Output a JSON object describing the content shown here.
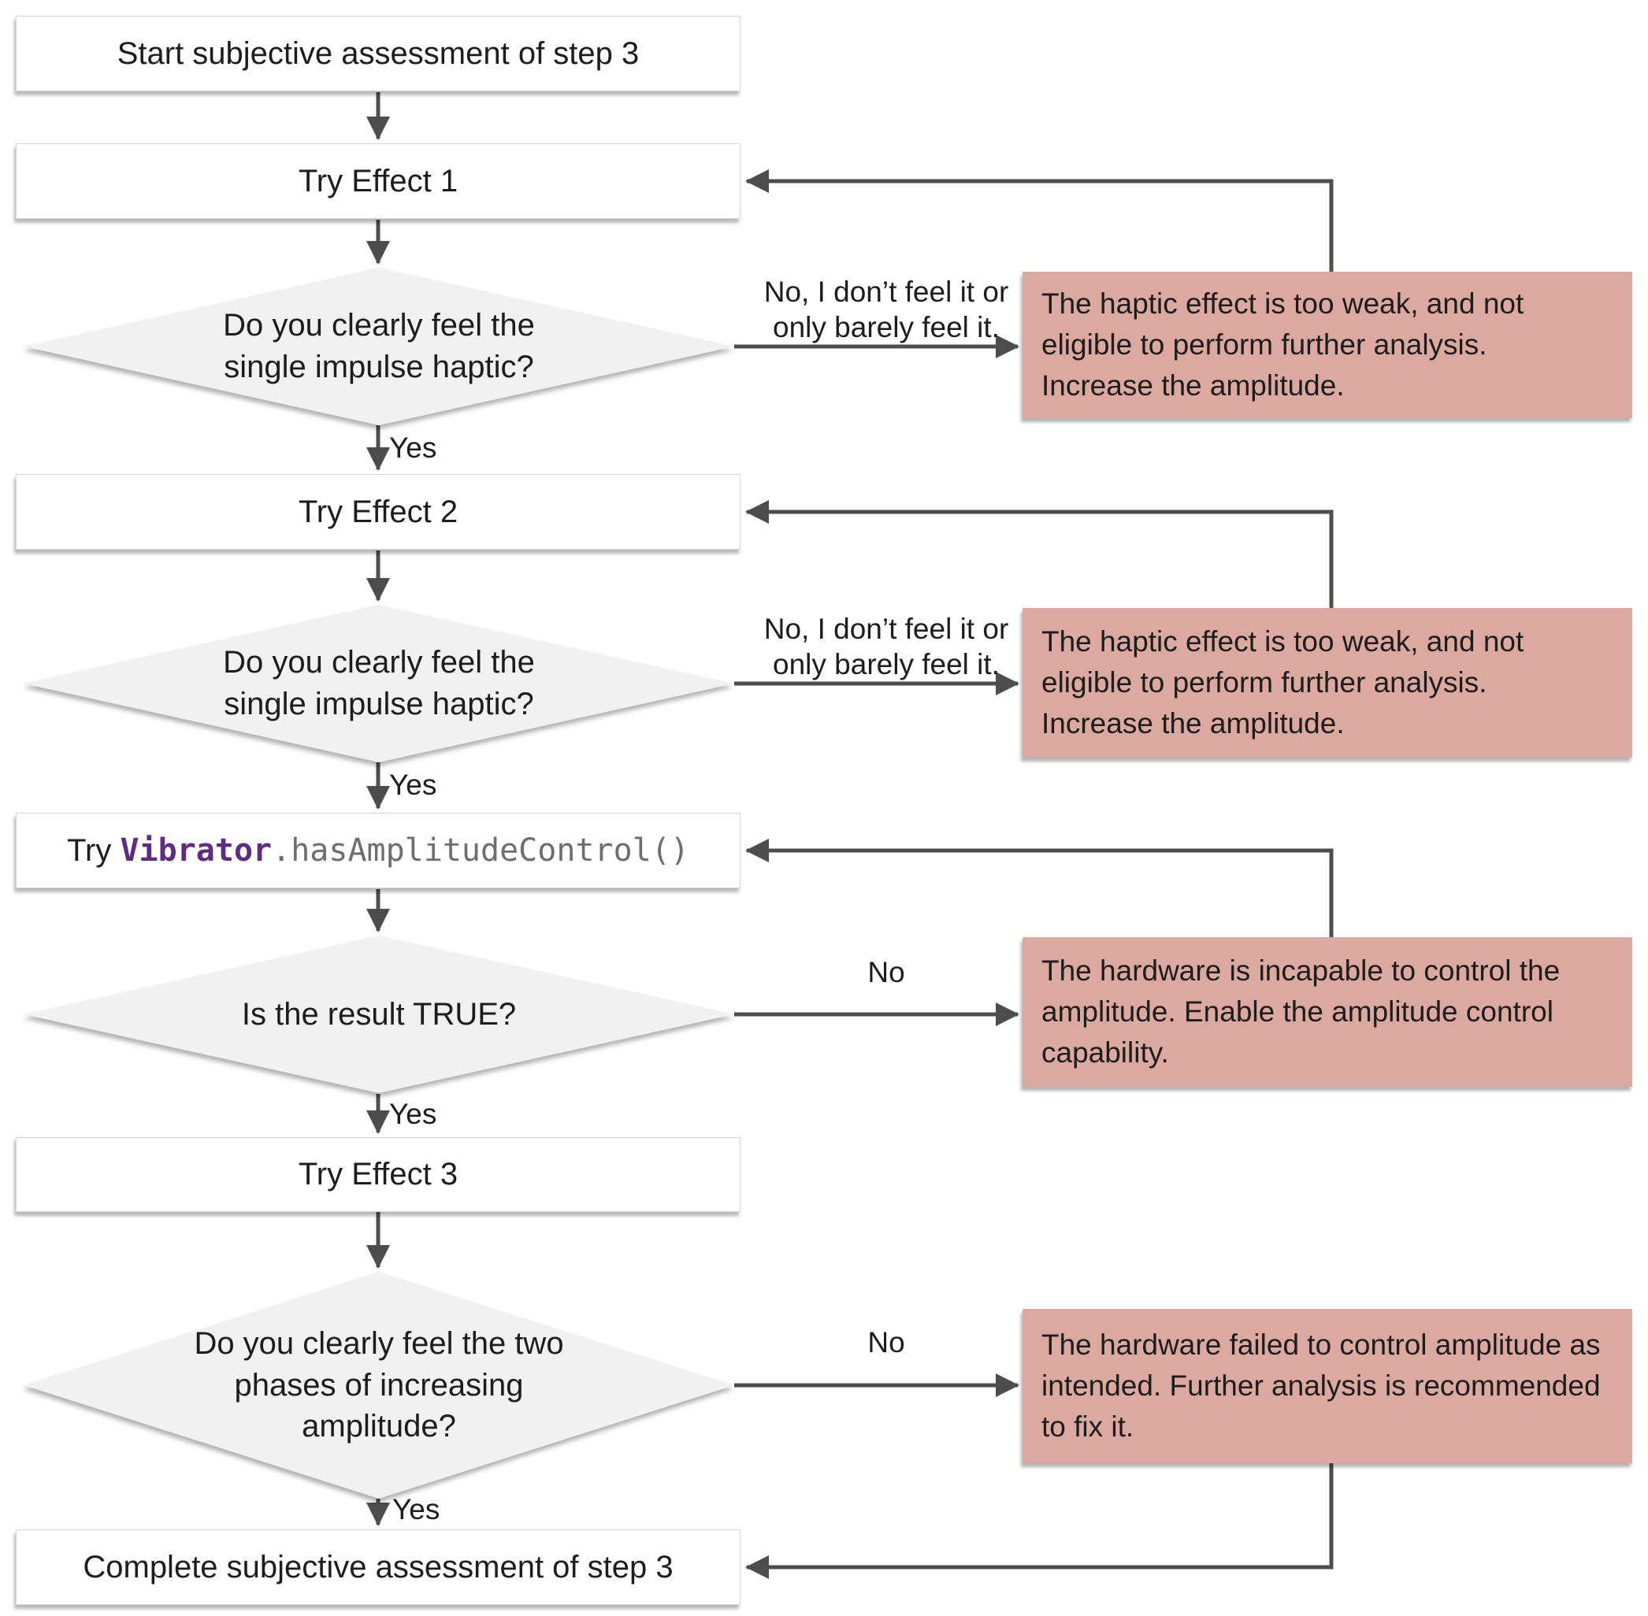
{
  "flowchart": {
    "nodes": {
      "start": "Start subjective assessment of step 3",
      "try_effect_1": "Try Effect 1",
      "decision_single_impulse_1": "Do you clearly feel the\nsingle impulse haptic?",
      "try_effect_2": "Try Effect 2",
      "decision_single_impulse_2": "Do you clearly feel the\nsingle impulse haptic?",
      "code_step": {
        "prefix": "Try ",
        "keyword": "Vibrator",
        "call": ".hasAmplitudeControl()"
      },
      "decision_result_true": "Is the result TRUE?",
      "try_effect_3": "Try Effect 3",
      "decision_two_phases": "Do you clearly feel the two\nphases of increasing\namplitude?",
      "complete": "Complete subjective assessment of step 3"
    },
    "alerts": {
      "too_weak_1": "The haptic effect is too weak, and not\neligible to perform further analysis.\nIncrease the amplitude.",
      "too_weak_2": "The haptic effect is too weak, and not\neligible to perform further analysis.\nIncrease the amplitude.",
      "incapable": "The hardware is incapable to control the\namplitude. Enable the amplitude control\ncapability.",
      "failed": "The hardware failed to control amplitude as\nintended. Further analysis is recommended\nto fix it."
    },
    "edge_labels": {
      "no_long": "No, I don’t feel it or\nonly barely feel it.",
      "yes": "Yes",
      "no": "No"
    },
    "colors": {
      "node_bg": "#ffffff",
      "node_border": "#d6d6d6",
      "decision_bg": "#f1f1f1",
      "alert_bg": "#dba9a0",
      "connector": "#4d4d4d",
      "text": "#1d1d1d",
      "code_keyword": "#5e2b85",
      "code_call": "#6e6e6e"
    }
  }
}
